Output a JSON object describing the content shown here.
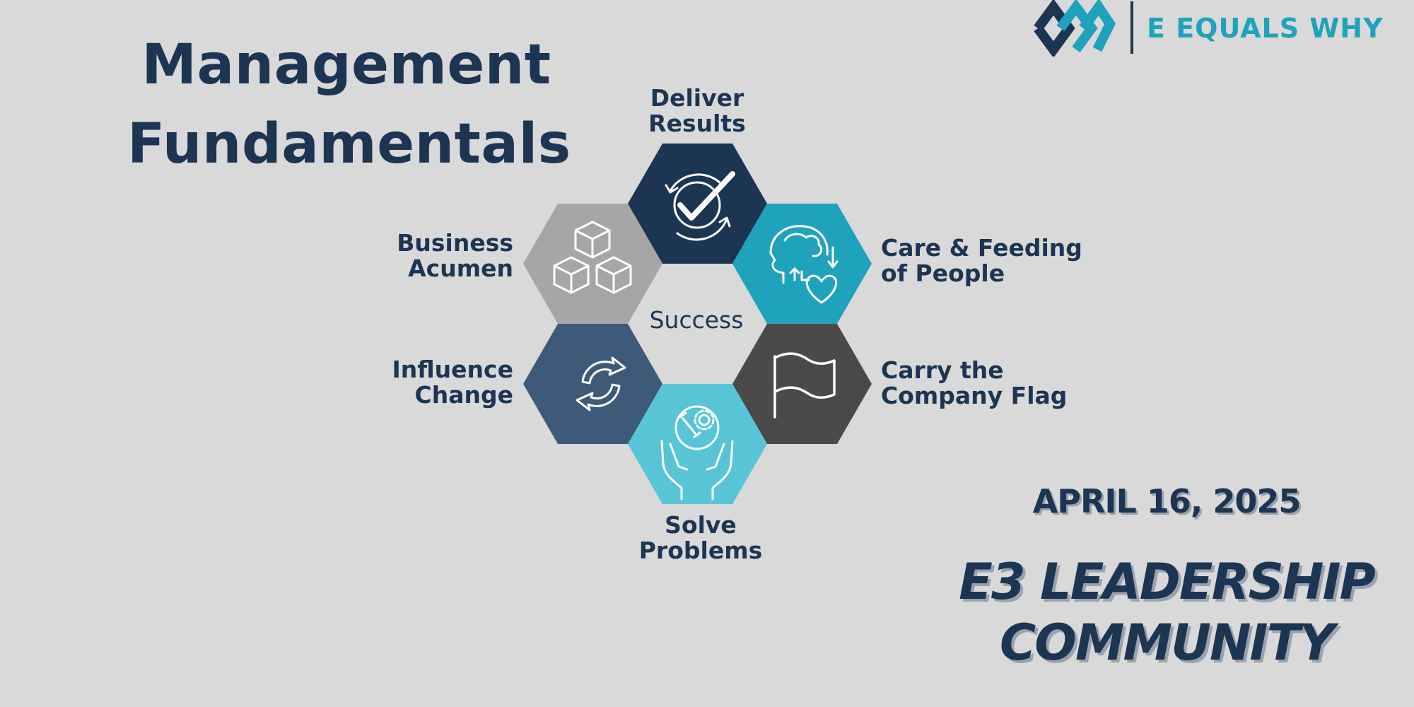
{
  "title": {
    "line1": "Management",
    "line2": "Fundamentals"
  },
  "logo": {
    "text_part1": "E EQUALS",
    "text_part2": "WHY"
  },
  "diagram": {
    "center": "Success",
    "segments": [
      {
        "label_line1": "Deliver",
        "label_line2": "Results",
        "icon": "check-cycle-icon",
        "color": "#1c3553"
      },
      {
        "label_line1": "Care & Feeding",
        "label_line2": "of People",
        "icon": "head-heart-icon",
        "color": "#1fa3bd"
      },
      {
        "label_line1": "Carry the",
        "label_line2": "Company Flag",
        "icon": "flag-icon",
        "color": "#4a4a4a"
      },
      {
        "label_line1": "Solve",
        "label_line2": "Problems",
        "icon": "hands-gear-icon",
        "color": "#57c5d6"
      },
      {
        "label_line1": "Influence",
        "label_line2": "Change",
        "icon": "refresh-arrows-icon",
        "color": "#3d5a78"
      },
      {
        "label_line1": "Business",
        "label_line2": "Acumen",
        "icon": "cubes-icon",
        "color": "#a6a6a6"
      }
    ]
  },
  "event": {
    "date": "APRIL 16, 2025",
    "name_line1": "E3 LEADERSHIP",
    "name_line2": "COMMUNITY"
  },
  "colors": {
    "navy": "#1c3553",
    "teal": "#1fa3bd",
    "background": "#d9d9d9"
  }
}
